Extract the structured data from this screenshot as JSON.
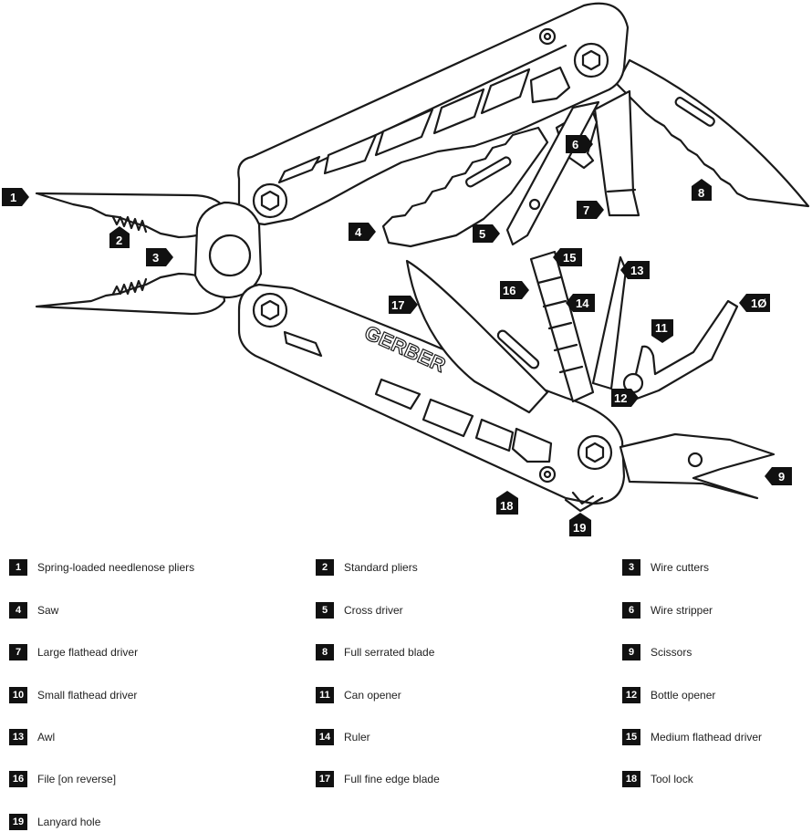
{
  "brand": "GERBER",
  "callouts": [
    {
      "id": "c1",
      "label": "1",
      "dir": "right"
    },
    {
      "id": "c2",
      "label": "2",
      "dir": "up"
    },
    {
      "id": "c3",
      "label": "3",
      "dir": "right"
    },
    {
      "id": "c4",
      "label": "4",
      "dir": "right"
    },
    {
      "id": "c5",
      "label": "5",
      "dir": "right"
    },
    {
      "id": "c6",
      "label": "6",
      "dir": "right"
    },
    {
      "id": "c7",
      "label": "7",
      "dir": "right"
    },
    {
      "id": "c8",
      "label": "8",
      "dir": "up"
    },
    {
      "id": "c9",
      "label": "9",
      "dir": "left"
    },
    {
      "id": "c10",
      "label": "1Ø",
      "dir": "left"
    },
    {
      "id": "c11",
      "label": "11",
      "dir": "down"
    },
    {
      "id": "c12",
      "label": "12",
      "dir": "right"
    },
    {
      "id": "c13",
      "label": "13",
      "dir": "left"
    },
    {
      "id": "c14",
      "label": "14",
      "dir": "left"
    },
    {
      "id": "c15",
      "label": "15",
      "dir": "left"
    },
    {
      "id": "c16",
      "label": "16",
      "dir": "right"
    },
    {
      "id": "c17",
      "label": "17",
      "dir": "right"
    },
    {
      "id": "c18",
      "label": "18",
      "dir": "up"
    },
    {
      "id": "c19",
      "label": "19",
      "dir": "up"
    }
  ],
  "legend": [
    {
      "num": "1",
      "label": "Spring-loaded needlenose pliers"
    },
    {
      "num": "2",
      "label": "Standard pliers"
    },
    {
      "num": "3",
      "label": "Wire cutters"
    },
    {
      "num": "4",
      "label": "Saw"
    },
    {
      "num": "5",
      "label": "Cross driver"
    },
    {
      "num": "6",
      "label": "Wire stripper"
    },
    {
      "num": "7",
      "label": "Large flathead driver"
    },
    {
      "num": "8",
      "label": "Full serrated blade"
    },
    {
      "num": "9",
      "label": "Scissors"
    },
    {
      "num": "10",
      "label": "Small flathead driver"
    },
    {
      "num": "11",
      "label": "Can opener"
    },
    {
      "num": "12",
      "label": "Bottle opener"
    },
    {
      "num": "13",
      "label": "Awl"
    },
    {
      "num": "14",
      "label": "Ruler"
    },
    {
      "num": "15",
      "label": "Medium flathead driver"
    },
    {
      "num": "16",
      "label": "File [on reverse]"
    },
    {
      "num": "17",
      "label": "Full fine edge blade"
    },
    {
      "num": "18",
      "label": "Tool lock"
    },
    {
      "num": "19",
      "label": "Lanyard hole"
    }
  ]
}
